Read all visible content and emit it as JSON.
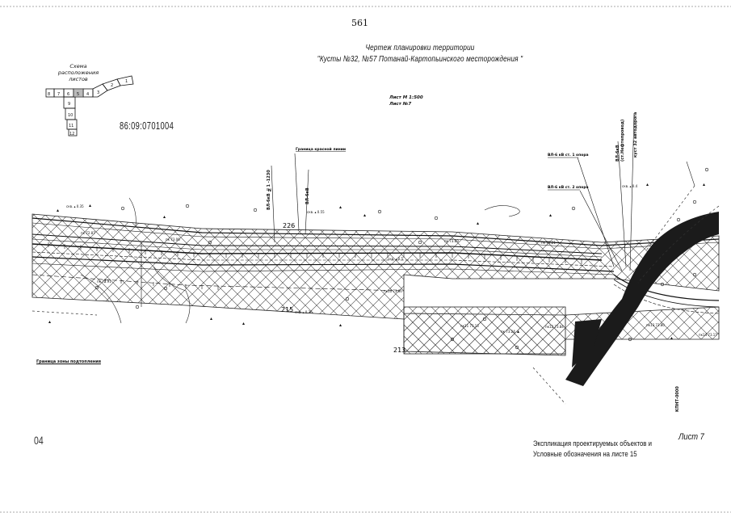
{
  "page_number": "561",
  "title": {
    "line1": "Чертеж планировки территории",
    "line2": "\"Кусты №32, №57 Потанай-Картопьинского месторождения \""
  },
  "location_scheme": {
    "title": "Схема расположения листов",
    "sheets": [
      "8",
      "7",
      "6",
      "5",
      "4",
      "3",
      "2",
      "1",
      "9",
      "10",
      "11",
      "12"
    ]
  },
  "cadastral_number": "86:09:0701004",
  "scale": {
    "line1": "Лист М 1:500",
    "line2": "Лист №7"
  },
  "labels": {
    "red_line": "Граница красной линии",
    "left_note": "Граница зоны подтопления",
    "callout_a": "ВЛ-6 кВ ст. 1 опора",
    "callout_b": "ВЛ-6 кВ ст. 2 опора",
    "vertical_1": "ВЛ-6кВ №1 -1230",
    "vertical_2": "ВЛ-6кВ (ст.Нефтепровод)",
    "vertical_3": "куст 32 автодорога",
    "vertical_4": "ВЛ-6кВ",
    "stamp": "КПНТ-0000"
  },
  "elevations": [
    "226",
    "215",
    "213"
  ],
  "code_left": "04",
  "sheet_label": "Лист 7",
  "legend": {
    "line1": "Экспликация проектируемых объектов и",
    "line2": "Условные обозначения на листе 15"
  },
  "colors": {
    "ink": "#111111",
    "road": "#1b1b1b",
    "hatch": "#444444"
  }
}
